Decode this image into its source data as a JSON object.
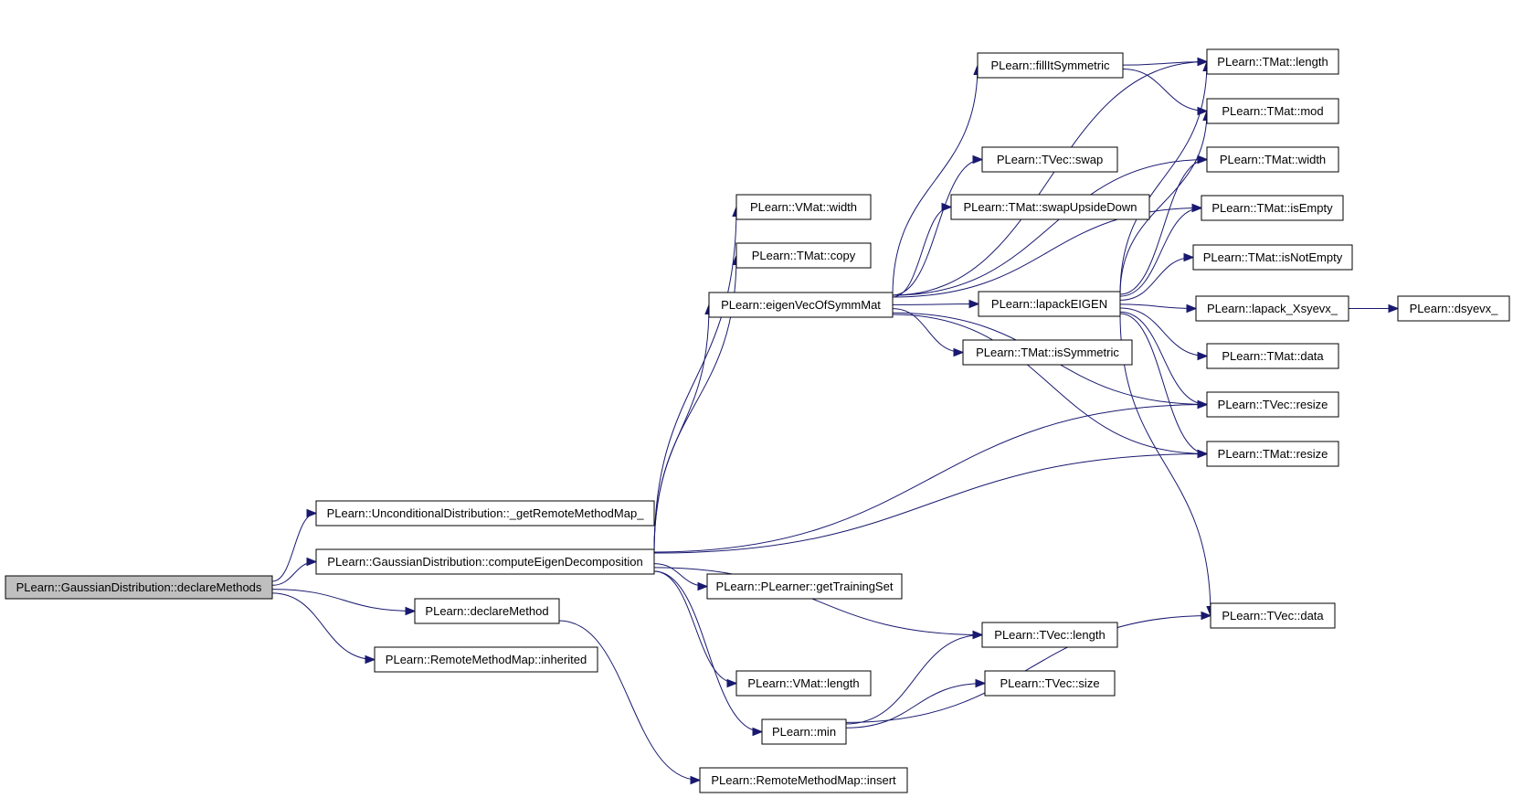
{
  "graph": {
    "root": "declareMethods",
    "nodes": {
      "declareMethods": "PLearn::GaussianDistribution::declareMethods",
      "getRemoteMethodMap": "PLearn::UnconditionalDistribution::_getRemoteMethodMap_",
      "computeEigen": "PLearn::GaussianDistribution::computeEigenDecomposition",
      "declareMethod": "PLearn::declareMethod",
      "rmmInherited": "PLearn::RemoteMethodMap::inherited",
      "vmatWidth": "PLearn::VMat::width",
      "tmatCopy": "PLearn::TMat::copy",
      "eigenVec": "PLearn::eigenVecOfSymmMat",
      "getTrainingSet": "PLearn::PLearner::getTrainingSet",
      "vmatLength": "PLearn::VMat::length",
      "min": "PLearn::min",
      "rmmInsert": "PLearn::RemoteMethodMap::insert",
      "fillSym": "PLearn::fillItSymmetric",
      "tvecSwap": "PLearn::TVec::swap",
      "swapUD": "PLearn::TMat::swapUpsideDown",
      "lapackEIGEN": "PLearn::lapackEIGEN",
      "isSymmetric": "PLearn::TMat::isSymmetric",
      "tvecLength": "PLearn::TVec::length",
      "tvecSize": "PLearn::TVec::size",
      "tmatLength": "PLearn::TMat::length",
      "tmatMod": "PLearn::TMat::mod",
      "tmatWidth": "PLearn::TMat::width",
      "isEmpty": "PLearn::TMat::isEmpty",
      "isNotEmpty": "PLearn::TMat::isNotEmpty",
      "xsyevx": "PLearn::lapack_Xsyevx_",
      "tmatData": "PLearn::TMat::data",
      "tvecResize": "PLearn::TVec::resize",
      "tmatResize": "PLearn::TMat::resize",
      "tvecData": "PLearn::TVec::data",
      "dsyevx": "PLearn::dsyevx_"
    },
    "edges": [
      [
        "declareMethods",
        "getRemoteMethodMap"
      ],
      [
        "declareMethods",
        "computeEigen"
      ],
      [
        "declareMethods",
        "declareMethod"
      ],
      [
        "declareMethods",
        "rmmInherited"
      ],
      [
        "computeEigen",
        "vmatWidth"
      ],
      [
        "computeEigen",
        "tmatCopy"
      ],
      [
        "computeEigen",
        "eigenVec"
      ],
      [
        "computeEigen",
        "getTrainingSet"
      ],
      [
        "computeEigen",
        "tvecLength"
      ],
      [
        "computeEigen",
        "vmatLength"
      ],
      [
        "computeEigen",
        "min"
      ],
      [
        "computeEigen",
        "tvecResize"
      ],
      [
        "computeEigen",
        "tmatResize"
      ],
      [
        "declareMethod",
        "rmmInsert"
      ],
      [
        "eigenVec",
        "fillSym"
      ],
      [
        "eigenVec",
        "tvecSwap"
      ],
      [
        "eigenVec",
        "swapUD"
      ],
      [
        "eigenVec",
        "lapackEIGEN"
      ],
      [
        "eigenVec",
        "isSymmetric"
      ],
      [
        "eigenVec",
        "tmatLength"
      ],
      [
        "eigenVec",
        "tmatWidth"
      ],
      [
        "eigenVec",
        "isEmpty"
      ],
      [
        "eigenVec",
        "tvecResize"
      ],
      [
        "eigenVec",
        "tmatResize"
      ],
      [
        "fillSym",
        "tmatLength"
      ],
      [
        "fillSym",
        "tmatMod"
      ],
      [
        "lapackEIGEN",
        "tmatLength"
      ],
      [
        "lapackEIGEN",
        "tmatMod"
      ],
      [
        "lapackEIGEN",
        "tmatWidth"
      ],
      [
        "lapackEIGEN",
        "isEmpty"
      ],
      [
        "lapackEIGEN",
        "isNotEmpty"
      ],
      [
        "lapackEIGEN",
        "xsyevx"
      ],
      [
        "lapackEIGEN",
        "tmatData"
      ],
      [
        "lapackEIGEN",
        "tvecResize"
      ],
      [
        "lapackEIGEN",
        "tmatResize"
      ],
      [
        "lapackEIGEN",
        "tvecData"
      ],
      [
        "xsyevx",
        "dsyevx"
      ],
      [
        "min",
        "tvecLength"
      ],
      [
        "min",
        "tvecSize"
      ],
      [
        "min",
        "tvecData"
      ]
    ]
  }
}
